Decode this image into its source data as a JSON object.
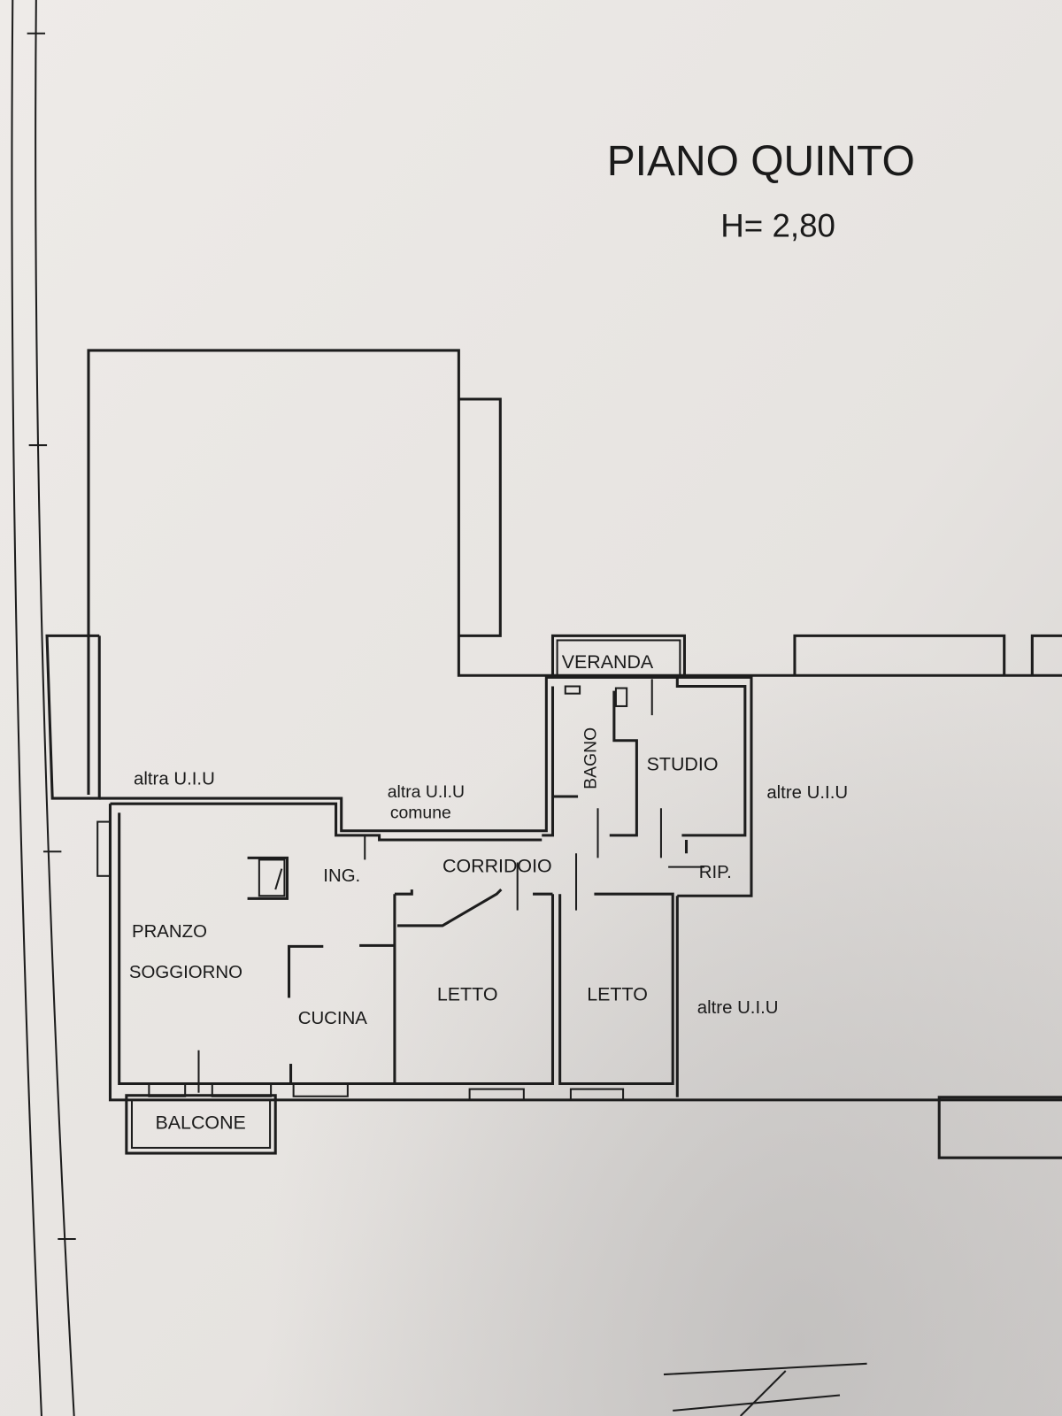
{
  "header": {
    "title": "PIANO QUINTO",
    "height": "H= 2,80"
  },
  "rooms": {
    "veranda": "VERANDA",
    "bagno": "BAGNO",
    "studio": "STUDIO",
    "corridoio": "CORRIDOIO",
    "rip": "RIP.",
    "ing": "ING.",
    "pranzo": "PRANZO",
    "soggiorno": "SOGGIORNO",
    "cucina": "CUCINA",
    "letto1": "LETTO",
    "letto2": "LETTO",
    "balcone": "BALCONE"
  },
  "neighbors": {
    "altra_uiu_left": "altra U.I.U",
    "altra_uiu_comune_1": "altra U.I.U",
    "altra_uiu_comune_2": "comune",
    "altre_uiu_right_top": "altre U.I.U",
    "altre_uiu_right_bottom": "altre U.I.U"
  },
  "colors": {
    "paper": "#e9e6e3",
    "ink": "#1d1d1d"
  }
}
